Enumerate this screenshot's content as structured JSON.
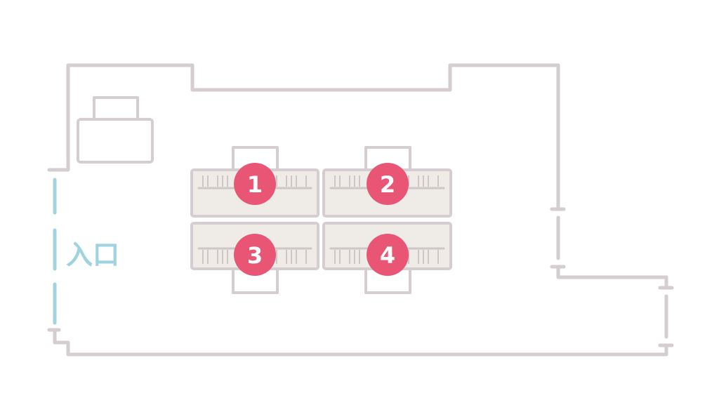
{
  "entrance": {
    "label": "入口",
    "color": "#9fd3df"
  },
  "markers": [
    {
      "label": "1"
    },
    {
      "label": "2"
    },
    {
      "label": "3"
    },
    {
      "label": "4"
    }
  ],
  "colors": {
    "wall": "#d5cdcf",
    "desk": "#efebe7",
    "marker": "#e95575"
  }
}
